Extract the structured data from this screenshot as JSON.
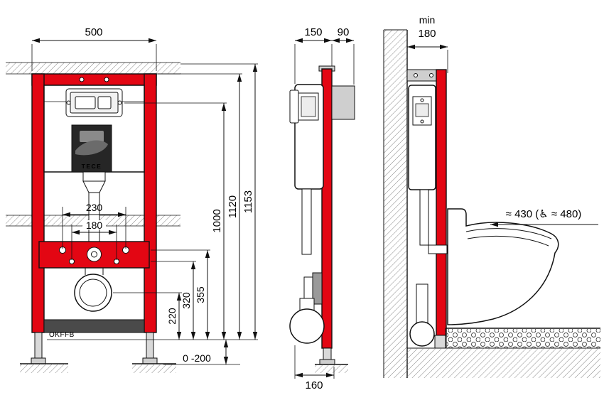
{
  "drawing": {
    "front_view": {
      "dim_width": "500",
      "dim_bolt_outer": "230",
      "dim_bolt_inner": "180",
      "dim_height_flush": "1000",
      "dim_height_frame": "1120",
      "dim_height_total": "1153",
      "dim_bracket_upper": "355",
      "dim_bracket_lower": "320",
      "dim_drain_center": "220",
      "dim_foot_range": "0 -200",
      "floor_label": "OKFFB",
      "brand_label": "TECE"
    },
    "side_view": {
      "dim_depth_cistern": "150",
      "dim_depth_bracket": "90",
      "dim_outlet": "160"
    },
    "installed_view": {
      "dim_min_label": "min",
      "dim_wall_clearance": "180",
      "dim_seat_height": "≈ 430 (♿ ≈ 480)"
    },
    "colors": {
      "frame_red": "#e30613"
    }
  }
}
